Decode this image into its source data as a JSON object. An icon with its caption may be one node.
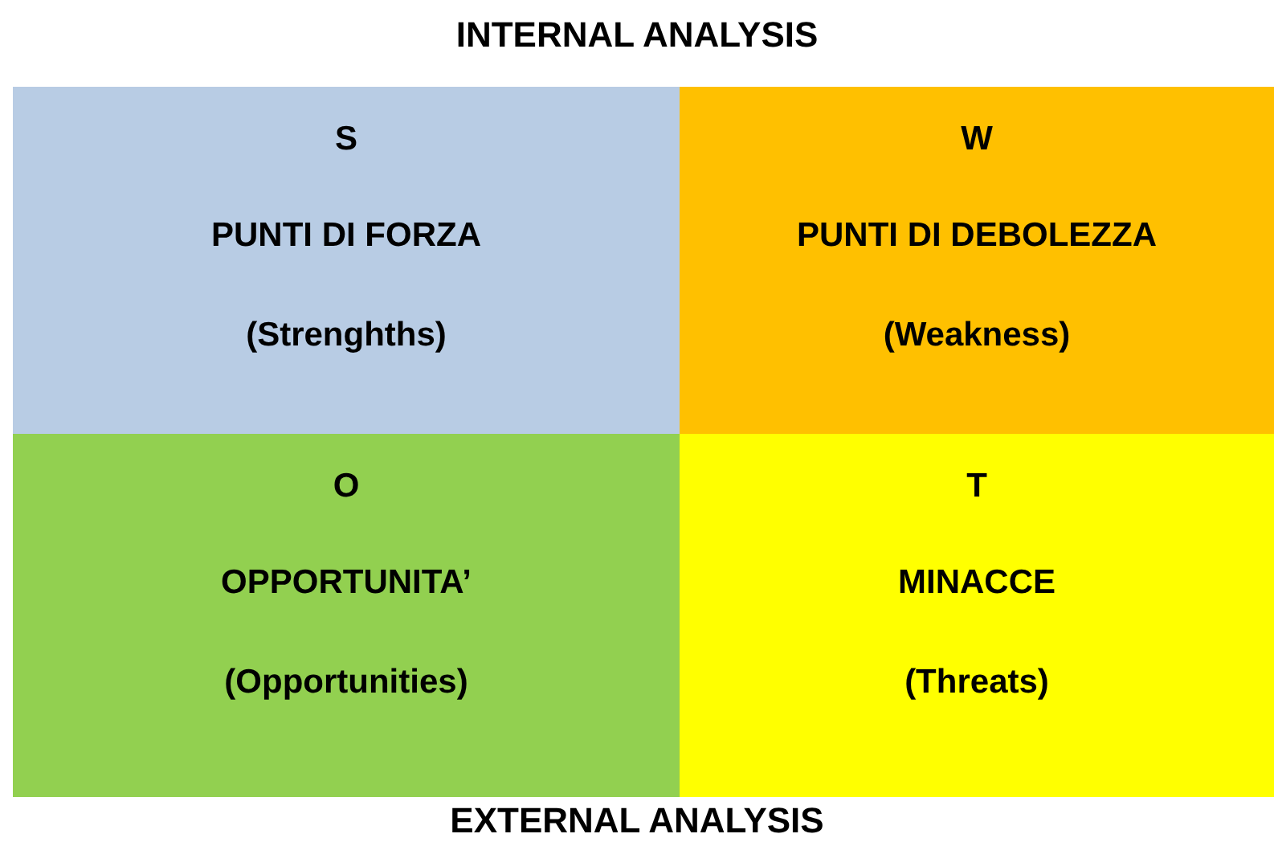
{
  "diagram": {
    "title": "INTERNAL ANALYSIS",
    "caption": "EXTERNAL ANALYSIS",
    "nodes": [
      {
        "text": [
          "S",
          "PUNTI DI FORZA",
          "(Strenghths)"
        ]
      },
      {
        "text": [
          "W",
          "PUNTI DI DEBOLEZZA",
          "(Weakness)"
        ]
      },
      {
        "text": [
          "O",
          "OPPORTUNITA’",
          "(Opportunities)"
        ]
      },
      {
        "text": [
          "T",
          "MINACCE",
          "(Threats)"
        ]
      }
    ]
  }
}
